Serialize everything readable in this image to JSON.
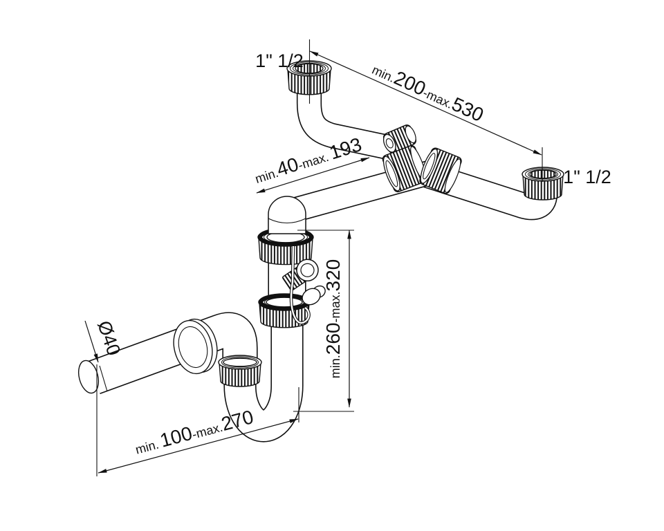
{
  "drawing_labels": {
    "left_inlet_size": "1\" 1/2",
    "right_inlet_size": "1\" 1/2",
    "outlet_diameter": "Ø40"
  },
  "dimensions": {
    "top_span": {
      "min_prefix": "min.",
      "min_value": "200",
      "max_prefix": "-max.",
      "max_value": "530"
    },
    "branch_span": {
      "min_prefix": "min.",
      "min_value": "40",
      "max_prefix": "-max.",
      "max_value": "193"
    },
    "vertical_drop": {
      "min_prefix": "min.",
      "min_value": "260",
      "max_prefix": "-max.",
      "max_value": "320"
    },
    "outlet_span": {
      "min_prefix": "min.",
      "min_value": "100",
      "max_prefix": "-max.",
      "max_value": "270"
    }
  }
}
